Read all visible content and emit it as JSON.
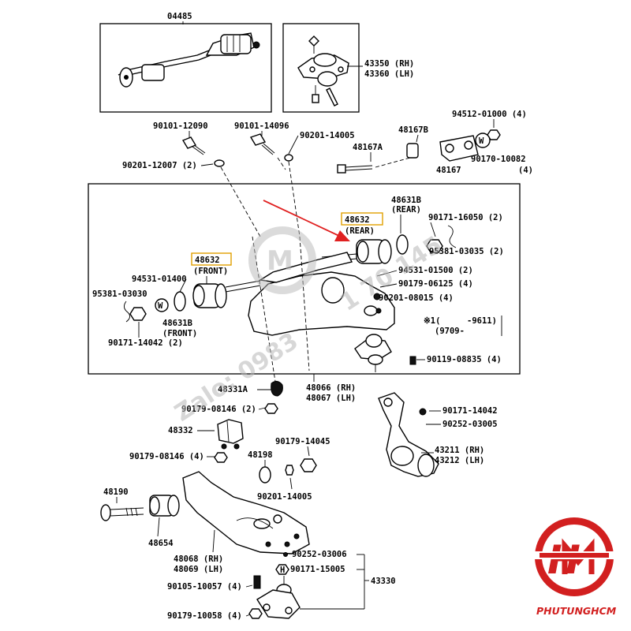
{
  "diagram": {
    "labels": {
      "p04485": "04485",
      "p43350": "43350 (RH)",
      "p43360": "43360 (LH)",
      "p90101_12090": "90101-12090",
      "p90101_14096": "90101-14096",
      "p90201_14005a": "90201-14005",
      "p48167b": "48167B",
      "p94512": "94512-01000 (4)",
      "p90201_12007": "90201-12007 (2)",
      "p48167a": "48167A",
      "p48167": "48167",
      "p90170": "90170-10082",
      "p90170_qty": "(4)",
      "p48631b": "48631B",
      "p48631b_rear": "(REAR)",
      "p48632_rear": "48632",
      "p48632_rear_sub": "(REAR)",
      "p90171_16050": "90171-16050 (2)",
      "p95381_03035": "95381-03035 (2)",
      "p48632_front": "48632",
      "p48632_front_sub": "(FRONT)",
      "p94531_01400": "94531-01400",
      "p94531_01500": "94531-01500 (2)",
      "p90179_06125": "90179-06125 (4)",
      "p95381_03030": "95381-03030",
      "p90201_08015": "90201-08015 (4)",
      "p48631b_front": "48631B",
      "p48631b_front_sub": "(FRONT)",
      "p_star1": "※1(",
      "p_9611": "-9611)",
      "p_9709": "(9709-",
      "p90171_14042a": "90171-14042 (2)",
      "p90119_08835": "90119-08835 (4)",
      "p48331a": "48331A",
      "p48066": "48066 (RH)",
      "p48067": "48067 (LH)",
      "p90179_08146a": "90179-08146 (2)",
      "p90171_14042b": "90171-14042",
      "p90252_03005": "90252-03005",
      "p48332": "48332",
      "p90179_14045": "90179-14045",
      "p90179_08146b": "90179-08146 (4)",
      "p48198": "48198",
      "p43211": "43211 (RH)",
      "p43212": "43212 (LH)",
      "p48190": "48190",
      "p90201_14005b": "90201-14005",
      "p48654": "48654",
      "p48068": "48068 (RH)",
      "p48069": "48069 (LH)",
      "p90252_03006": "90252-03006",
      "p90171_15005": "90171-15005",
      "p43330": "43330",
      "p90105_10057": "90105-10057 (4)",
      "p90179_10058": "90179-10058 (4)"
    },
    "watermark": {
      "zalo": "Zalo: 0983",
      "phone_tail": "1 70 145"
    },
    "brand": {
      "logo_text": "PHUTUNGHCM",
      "logo_color": "#d21f1f",
      "highlight_color": "#e0a000",
      "arrow_color": "#e02020"
    }
  }
}
